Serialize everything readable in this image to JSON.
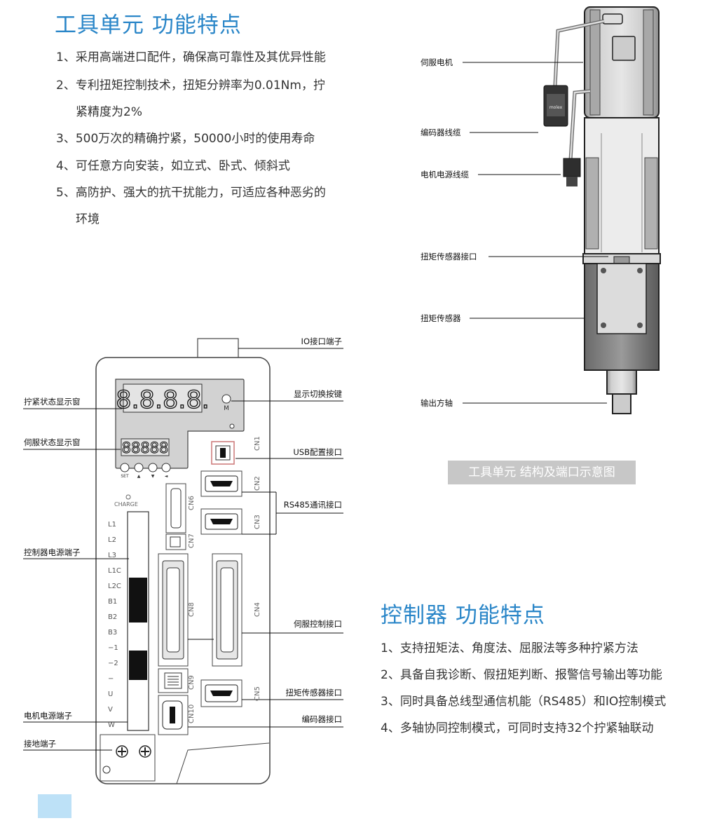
{
  "tool": {
    "heading": "工具单元 功能特点",
    "features": [
      "1、采用高端进口配件，确保高可靠性及其优异性能",
      "2、专利扭矩控制技术，扭矩分辨率为0.01Nm，拧",
      "紧精度为2%",
      "3、500万次的精确拧紧，50000小时的使用寿命",
      "4、可任意方向安装，如立式、卧式、倾斜式",
      "5、高防护、强大的抗干扰能力，可适应各种恶劣的",
      "环境"
    ],
    "diagram_labels": {
      "servo_motor": "伺服电机",
      "encoder_cable": "编码器线缆",
      "motor_power_cable": "电机电源线缆",
      "torque_sensor_port": "扭矩传感器接口",
      "torque_sensor": "扭矩传感器",
      "output_shaft": "输出方轴"
    },
    "connector_brand": "molex",
    "caption": "工具单元 结构及端口示意图"
  },
  "controller": {
    "heading": "控制器 功能特点",
    "features": [
      "1、支持扭矩法、角度法、屈服法等多种拧紧方法",
      "2、具备自我诊断、假扭矩判断、报警信号输出等功能",
      "3、同时具备总线型通信机能（RS485）和IO控制模式",
      "4、多轴协同控制模式，可同时支持32个拧紧轴联动"
    ],
    "left_labels": {
      "tighten_display": "拧紧状态显示窗",
      "servo_display": "伺服状态显示窗",
      "power_terminal": "控制器电源端子",
      "motor_terminal": "电机电源端子",
      "ground_terminal": "接地端子"
    },
    "right_labels": {
      "io_terminal": "IO接口端子",
      "display_switch": "显示切换按键",
      "usb_port": "USB配置接口",
      "rs485_port": "RS485通讯接口",
      "servo_control_port": "伺服控制接口",
      "torque_sensor_port": "扭矩传感器接口",
      "encoder_port": "编码器接口"
    },
    "big_display": "8.8.8.8.",
    "small_display": "88888",
    "m_key": "M",
    "button_labels": [
      "SET",
      "▲",
      "▼",
      "◄"
    ],
    "charge": "CHARGE",
    "terminal_labels": [
      "L1",
      "L2",
      "L3",
      "L1C",
      "L2C",
      "B1",
      "B2",
      "B3",
      "−1",
      "−2",
      "−",
      "U",
      "V",
      "W"
    ],
    "cn_labels": [
      "CN1",
      "CN2",
      "CN3",
      "CN4",
      "CN5",
      "CN6",
      "CN7",
      "CN8",
      "CN9",
      "CN10"
    ]
  }
}
